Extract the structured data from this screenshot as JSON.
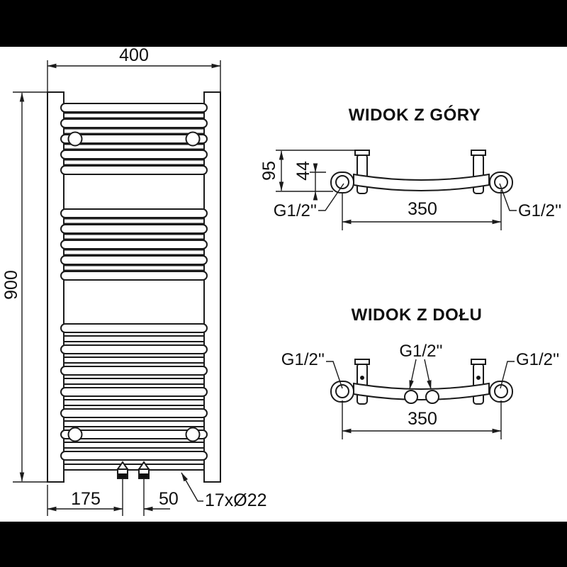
{
  "figure": {
    "background": "#ffffff",
    "letterbox_color": "#000000",
    "line_color": "#1b1b1b",
    "description": "Technical dimension drawing of a curved ladder towel radiator"
  },
  "front_view": {
    "dim_width": "400",
    "dim_height": "900",
    "dim_valve_offset": "175",
    "dim_valve_spacing": "50",
    "rung_label": "17xØ22",
    "rung_count": 17,
    "rung_groups": [
      5,
      5,
      7
    ]
  },
  "top_view": {
    "title": "WIDOK Z GÓRY",
    "dim_depth": "95",
    "dim_offset": "44",
    "dim_centers": "350",
    "thread_left": "G1/2''",
    "thread_right": "G1/2''"
  },
  "bottom_view": {
    "title": "WIDOK Z DOŁU",
    "dim_centers": "350",
    "thread_left": "G1/2''",
    "thread_center": "G1/2''",
    "thread_right": "G1/2''"
  }
}
